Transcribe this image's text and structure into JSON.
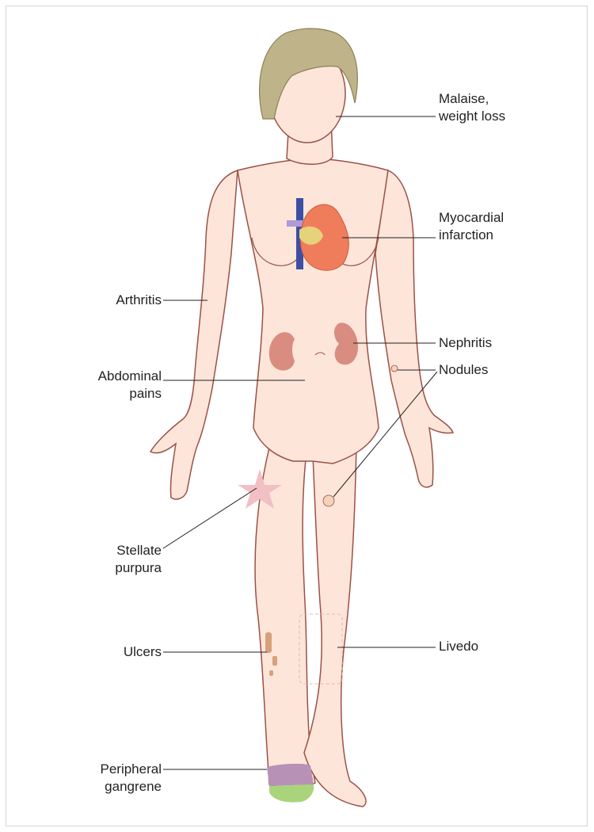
{
  "colors": {
    "skin": "#fde5d9",
    "outline": "#9b5147",
    "hair": "#bfb489",
    "kidney": "#d98c80",
    "leader": "#231f20",
    "purpura": "#f2bfc4",
    "ulcer": "#d7a07a",
    "livedo": "#e8b7a7",
    "gangrene_purple": "#b792b6",
    "gangrene_green": "#a9d47c",
    "heart": "#ef7d5c",
    "vessel_blue": "#3c4fa5",
    "vessel_purple": "#b19ad8",
    "vessel_yellow": "#e6d27a"
  },
  "labels": {
    "malaise": [
      "Malaise,",
      "weight loss"
    ],
    "mi": [
      "Myocardial",
      "infarction"
    ],
    "arthritis": [
      "Arthritis"
    ],
    "nephritis": [
      "Nephritis"
    ],
    "nodules": [
      "Nodules"
    ],
    "abdominal": [
      "Abdominal",
      "pains"
    ],
    "stellate": [
      "Stellate",
      "purpura"
    ],
    "ulcers": [
      "Ulcers"
    ],
    "livedo": [
      "Livedo"
    ],
    "gangrene": [
      "Peripheral",
      "gangrene"
    ]
  }
}
